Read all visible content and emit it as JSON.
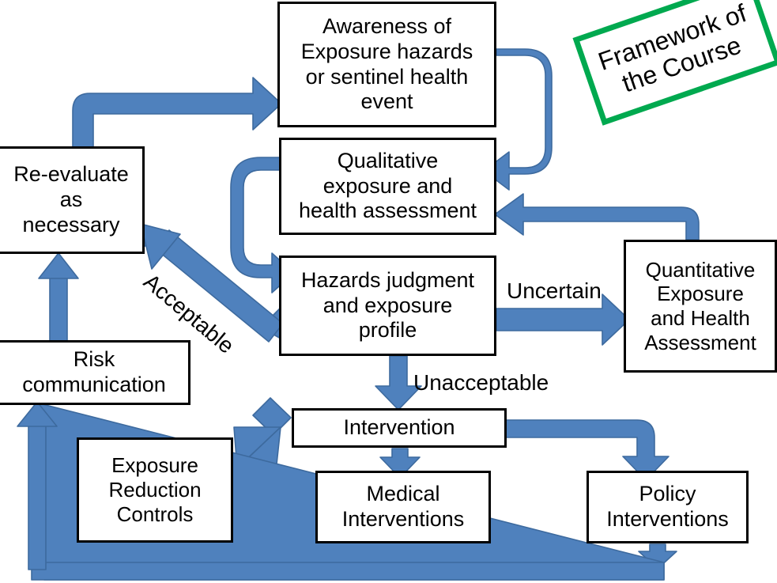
{
  "diagram": {
    "title": "Framework of the Course",
    "banner": {
      "text": "Framework of\nthe Course",
      "border_color": "#00a94f"
    },
    "colors": {
      "arrow_fill": "#4f81bd",
      "arrow_stroke": "#3d6a9e",
      "box_border": "#000000",
      "box_fill": "#ffffff",
      "text": "#000000",
      "banner_border": "#00a94f",
      "background": "#ffffff"
    },
    "nodes": [
      {
        "id": "awareness",
        "label": "Awareness of\nExposure hazards\nor sentinel health\nevent"
      },
      {
        "id": "qualitative",
        "label": "Qualitative\nexposure and\nhealth assessment"
      },
      {
        "id": "hazards",
        "label": "Hazards judgment\nand exposure\nprofile"
      },
      {
        "id": "reevaluate",
        "label": "Re-evaluate\nas\nnecessary"
      },
      {
        "id": "quantitative",
        "label": "Quantitative\nExposure\nand Health\nAssessment"
      },
      {
        "id": "risk-comm",
        "label": "Risk\ncommunication"
      },
      {
        "id": "intervention",
        "label": "Intervention"
      },
      {
        "id": "exposure-reduction",
        "label": "Exposure\nReduction\nControls"
      },
      {
        "id": "medical",
        "label": "Medical\nInterventions"
      },
      {
        "id": "policy",
        "label": "Policy\nInterventions"
      }
    ],
    "edge_labels": [
      {
        "id": "uncertain",
        "text": "Uncertain"
      },
      {
        "id": "acceptable",
        "text": "Acceptable"
      },
      {
        "id": "unacceptable",
        "text": "Unacceptable"
      }
    ],
    "edges": [
      {
        "from": "reevaluate",
        "to": "awareness",
        "label": ""
      },
      {
        "from": "awareness",
        "to": "qualitative",
        "label": ""
      },
      {
        "from": "qualitative",
        "to": "hazards",
        "label": ""
      },
      {
        "from": "hazards",
        "to": "quantitative",
        "label": "Uncertain"
      },
      {
        "from": "quantitative",
        "to": "qualitative",
        "label": ""
      },
      {
        "from": "hazards",
        "to": "reevaluate",
        "label": "Acceptable"
      },
      {
        "from": "hazards",
        "to": "intervention",
        "label": "Unacceptable"
      },
      {
        "from": "intervention",
        "to": "exposure-reduction",
        "label": ""
      },
      {
        "from": "intervention",
        "to": "medical",
        "label": ""
      },
      {
        "from": "intervention",
        "to": "policy",
        "label": ""
      },
      {
        "from": "exposure-reduction",
        "to": "risk-comm",
        "label": ""
      },
      {
        "from": "medical",
        "to": "risk-comm",
        "label": ""
      },
      {
        "from": "policy",
        "to": "risk-comm",
        "label": ""
      },
      {
        "from": "risk-comm",
        "to": "reevaluate",
        "label": ""
      }
    ]
  }
}
